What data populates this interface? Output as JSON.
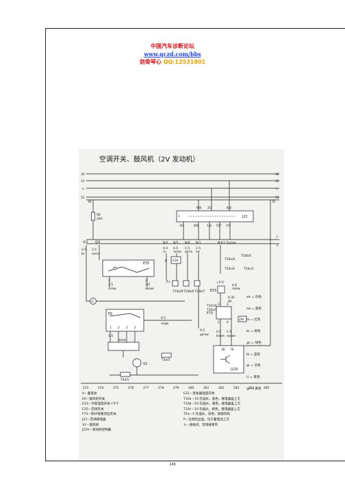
{
  "header": {
    "forum": "中国汽车诊断论坛",
    "url": "www.qczd.com/bbs",
    "author": "剑骨琴心",
    "qq": "QQ:12531801"
  },
  "diagram": {
    "title": "空调开关、鼓风机（2V 发动机）",
    "rails": [
      "30",
      "15",
      "x",
      "31"
    ],
    "rail_left_extra": "30",
    "rail_right_extra": "31",
    "fuse": {
      "id": "S6",
      "rating": "20A"
    },
    "relay": {
      "id": "J23",
      "pins_top": [
        "6/8",
        "3/1",
        "6/4"
      ],
      "pins_bottom": [
        "3/3",
        "8/6",
        "1/2",
        "5/7",
        "2/5"
      ]
    },
    "connectors": [
      "Q/1",
      "Q/2",
      "N/3",
      "N/5",
      "N/6",
      "N/1",
      "N/4"
    ],
    "wire_labels": [
      "2.5",
      "2.5",
      "br",
      "sw/ro",
      "4.0",
      "ro",
      "0.5",
      "ro/sw",
      "1.5",
      "ge/ro",
      "2.5",
      "sw",
      "1.5",
      "ro/sw",
      "0.5",
      "ge/sw",
      "2.5",
      "sw",
      "1.5",
      "ro/sw",
      "1.5",
      "ge",
      "2.5",
      "ro/sw",
      "1.0",
      "sw/ws",
      "1.5",
      "ro/sw",
      "0.5",
      "ro/ge",
      "0.5",
      "br/ws",
      "1.5",
      "sw/ws",
      "0.35",
      "ge",
      "4.0",
      "ro/sw",
      "2.5",
      "2.5",
      "ro/ws",
      "ro/sw"
    ],
    "components": [
      "E35",
      "E9",
      "E33",
      "E28",
      "F73",
      "J220",
      "V2",
      "A+",
      "+5℃",
      "T3a/3",
      "T3a/1",
      "P",
      "T10a/4",
      "T10a/9",
      "T10b/5",
      "T10c/1",
      "T10c/4",
      "T10c/6",
      "T10a/5",
      "T10b/6",
      "T10b/7",
      "28",
      "76",
      "2W",
      "1",
      "2",
      "3",
      "4",
      "6",
      "1",
      "2",
      "1",
      "2",
      "3",
      "1",
      "2"
    ],
    "grid_numbers": [
      "273",
      "274",
      "275",
      "276",
      "277",
      "278",
      "279",
      "280",
      "281",
      "282",
      "283",
      "284",
      "285"
    ],
    "bus_letters": [
      "f",
      "z"
    ]
  },
  "color_key": [
    "ws = 白色",
    "sw = 黑色",
    "ro = 红色",
    "br = 棕色",
    "gn = 绿色",
    "bl = 蓝色",
    "gr = 灰色",
    "Li = 紫色",
    "ge = 黄色"
  ],
  "legend_left": [
    "A－蓄电池",
    "E9－鼓风机开关",
    "E33－外部温度开关＋5℃",
    "E35－空调开关",
    "F73－制冷管路双压开关",
    "J23－空调继电器",
    "V2－鼓风机",
    "J220－发动机控制器"
  ],
  "legend_right": [
    "E31－蒸发器温度开关",
    "T10a－10 孔插头，黑色，继电器盒上方",
    "T10b－10 孔插头，紫色，继电器盒上方",
    "T10c－10 孔插头，棕色，继电器盒上方",
    "T5a－5 孔插头，白色，接鼓风机",
    "P－主保险丝盒，位于蓄电池上方",
    "⑤－接线点，空调线束内"
  ],
  "page_number": "246"
}
